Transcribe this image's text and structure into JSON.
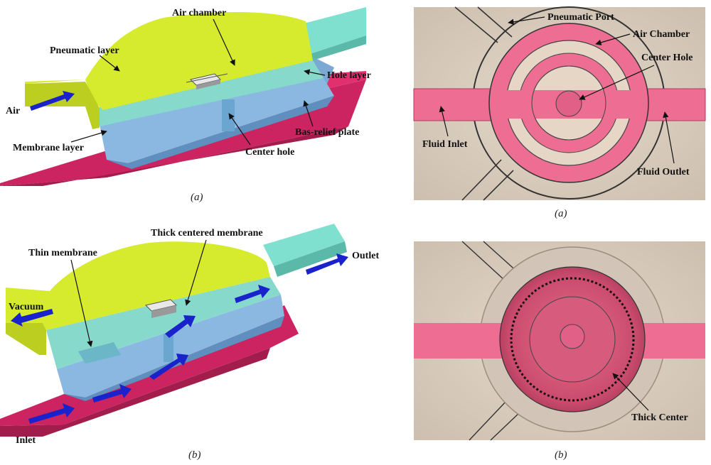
{
  "panels": {
    "left_a": {
      "caption": "(a)",
      "labels": {
        "air_chamber": "Air chamber",
        "pneumatic_layer": "Pneumatic layer",
        "hole_layer": "Hole layer",
        "air": "Air",
        "bas_relief_plate": "Bas-relief plate",
        "membrane_layer": "Membrane layer",
        "center_hole": "Center hole"
      }
    },
    "left_b": {
      "caption": "(b)",
      "labels": {
        "thick_centered_membrane": "Thick centered membrane",
        "thin_membrane": "Thin membrane",
        "outlet": "Outlet",
        "vacuum": "Vacuum",
        "inlet": "Inlet"
      }
    },
    "right_a": {
      "caption": "(a)",
      "labels": {
        "pneumatic_port": "Pneumatic Port",
        "air_chamber": "Air Chamber",
        "center_hole": "Center Hole",
        "fluid_inlet": "Fluid Inlet",
        "fluid_outlet": "Fluid Outlet"
      }
    },
    "right_b": {
      "caption": "(b)",
      "labels": {
        "thick_center": "Thick Center"
      }
    }
  },
  "colors": {
    "pneumatic_layer": "#d6ea2e",
    "hole_layer": "#7fe0cf",
    "membrane_layer": "#8ab8e0",
    "bas_relief_plate": "#e0306e",
    "flow_arrow": "#1a22cc",
    "photo_background": "#d9ccbc",
    "fluid_channel": "#f06a92"
  }
}
